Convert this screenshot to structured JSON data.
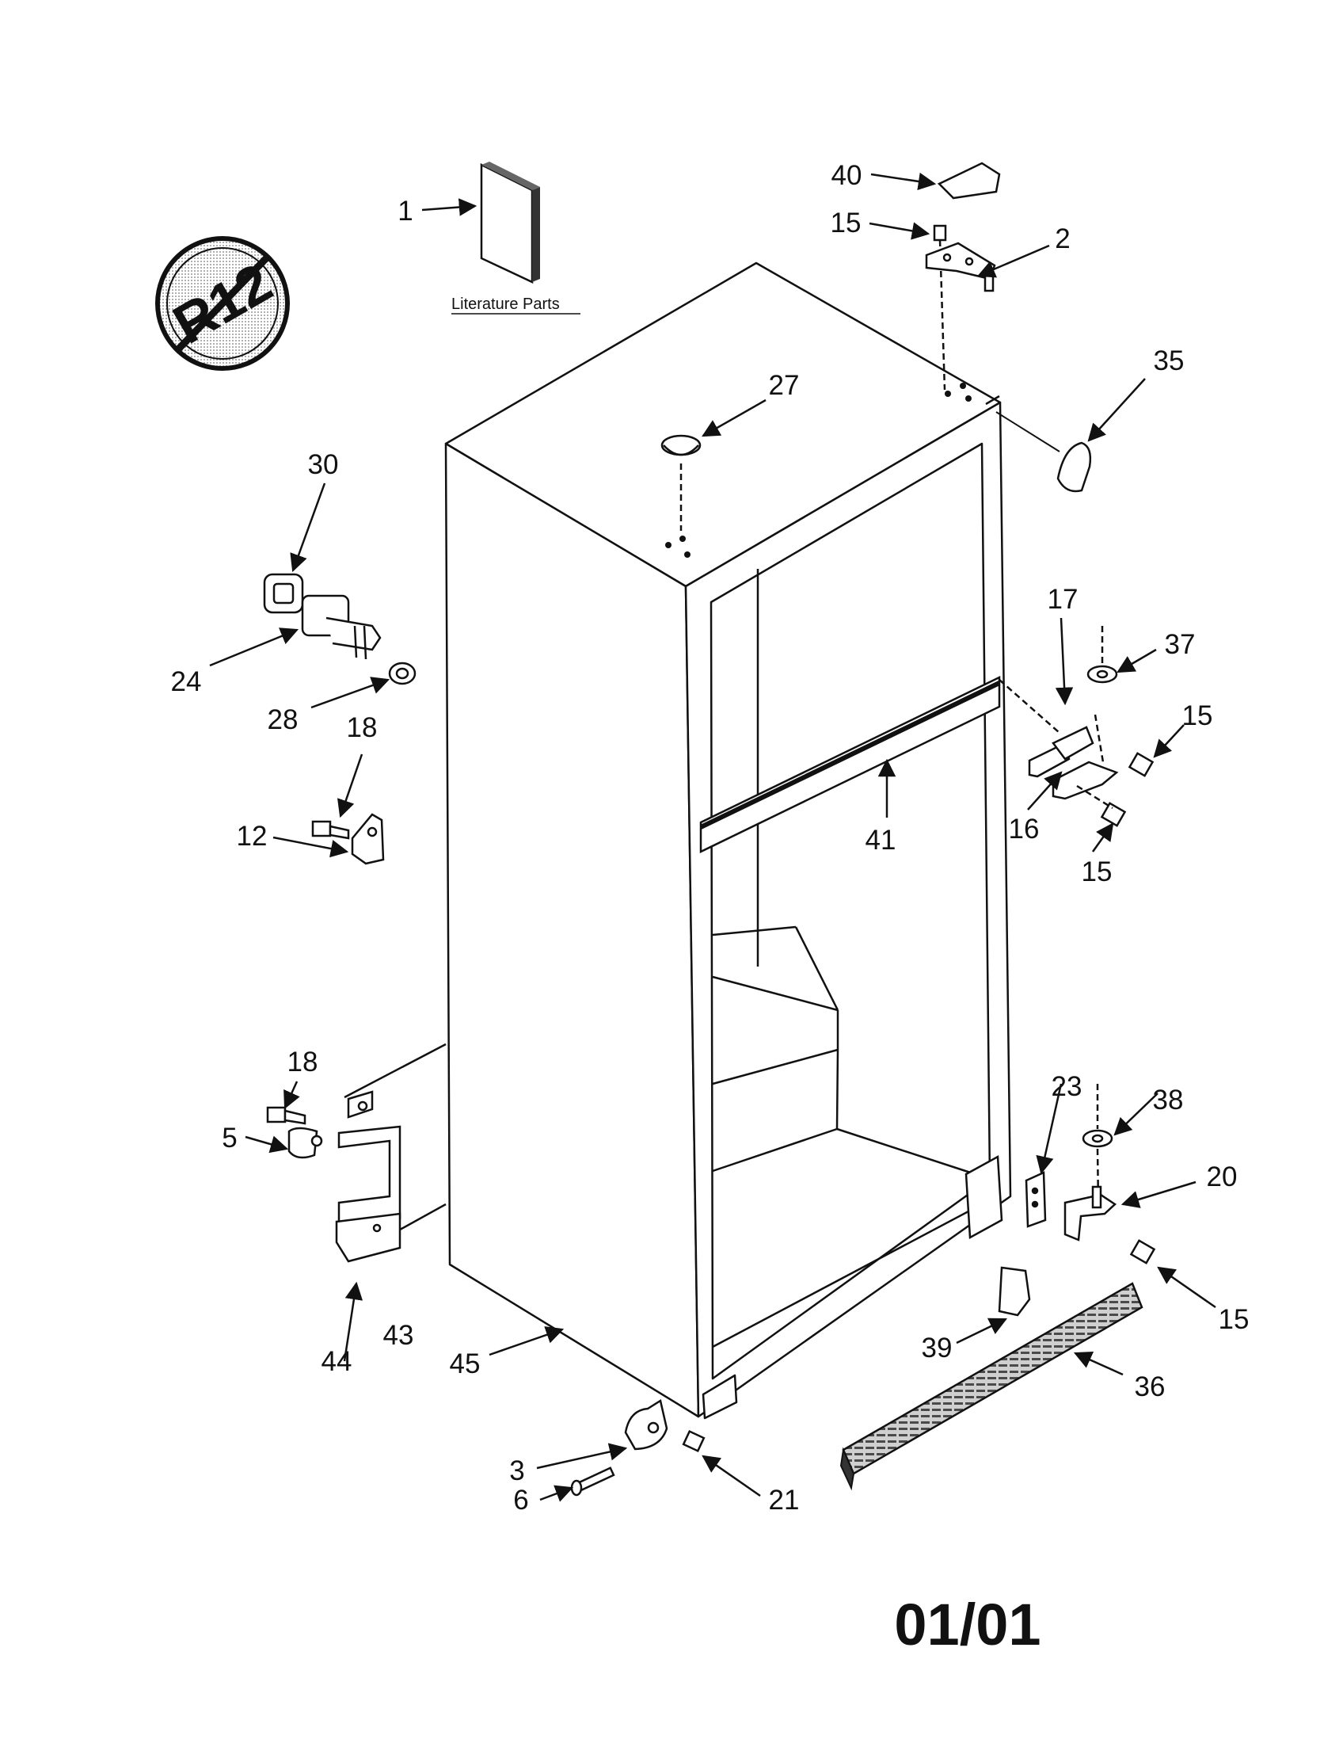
{
  "page_code": "01/01",
  "literature_label": "Literature Parts",
  "r12_symbol_text": "R12",
  "callouts": [
    {
      "id": "c1",
      "label": "1"
    },
    {
      "id": "c40",
      "label": "40"
    },
    {
      "id": "c15a",
      "label": "15"
    },
    {
      "id": "c2",
      "label": "2"
    },
    {
      "id": "c35",
      "label": "35"
    },
    {
      "id": "c27",
      "label": "27"
    },
    {
      "id": "c30",
      "label": "30"
    },
    {
      "id": "c24",
      "label": "24"
    },
    {
      "id": "c28",
      "label": "28"
    },
    {
      "id": "c18a",
      "label": "18"
    },
    {
      "id": "c12",
      "label": "12"
    },
    {
      "id": "c17",
      "label": "17"
    },
    {
      "id": "c37",
      "label": "37"
    },
    {
      "id": "c15b",
      "label": "15"
    },
    {
      "id": "c16",
      "label": "16"
    },
    {
      "id": "c15c",
      "label": "15"
    },
    {
      "id": "c41",
      "label": "41"
    },
    {
      "id": "c18b",
      "label": "18"
    },
    {
      "id": "c5",
      "label": "5"
    },
    {
      "id": "c23",
      "label": "23"
    },
    {
      "id": "c38",
      "label": "38"
    },
    {
      "id": "c20",
      "label": "20"
    },
    {
      "id": "c15d",
      "label": "15"
    },
    {
      "id": "c39",
      "label": "39"
    },
    {
      "id": "c36",
      "label": "36"
    },
    {
      "id": "c44",
      "label": "44"
    },
    {
      "id": "c43",
      "label": "43"
    },
    {
      "id": "c45",
      "label": "45"
    },
    {
      "id": "c3",
      "label": "3"
    },
    {
      "id": "c6",
      "label": "6"
    },
    {
      "id": "c21",
      "label": "21"
    }
  ]
}
